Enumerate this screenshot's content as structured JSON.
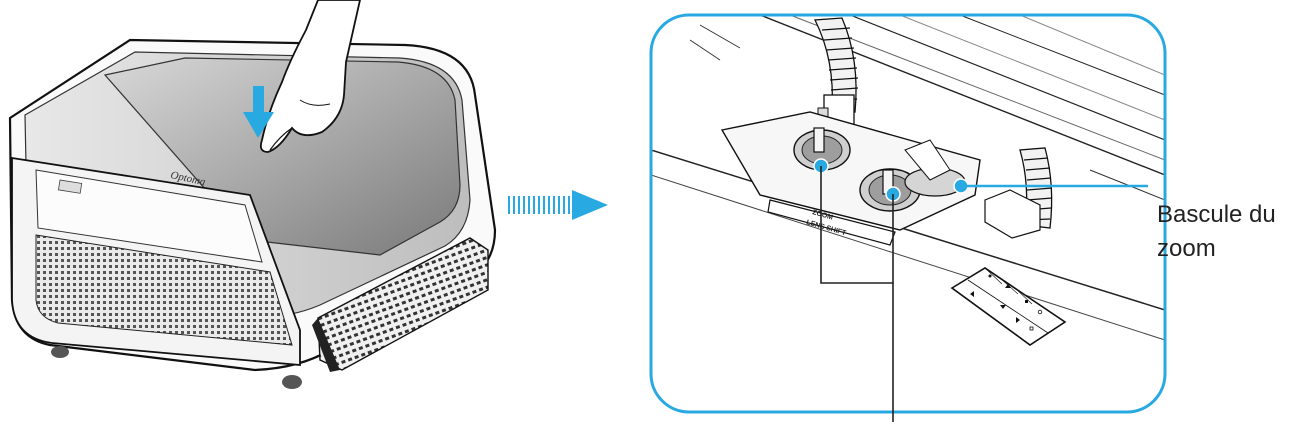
{
  "projector": {
    "brand_logo": "Optoma"
  },
  "detail": {
    "panel_labels": {
      "zoom": "ZOOM",
      "lens_shift": "LENS SHIFT"
    },
    "keypad_icons": [
      "power-icon",
      "left-arrow-icon",
      "up-arrow-icon",
      "down-arrow-icon",
      "right-arrow-icon",
      "menu-icon",
      "circle-icon",
      "enter-icon"
    ]
  },
  "callouts": {
    "zoom_lever_line1": "Bascule du",
    "zoom_lever_line2": "zoom"
  },
  "colors": {
    "accent": "#29A9E1",
    "line": "#222222",
    "frame": "#29A9E1"
  }
}
